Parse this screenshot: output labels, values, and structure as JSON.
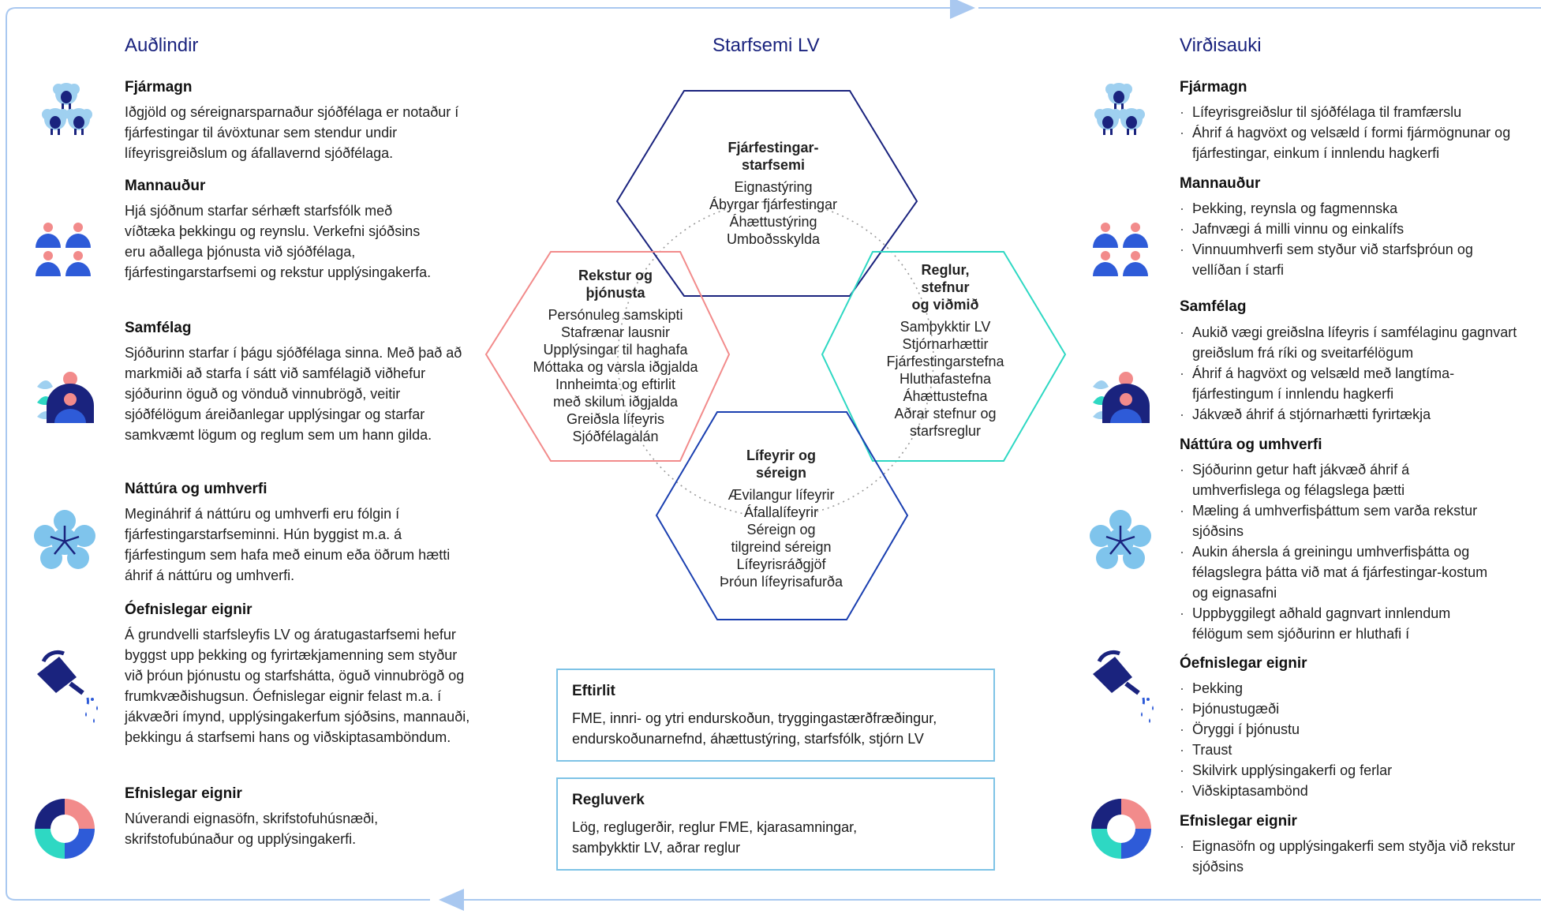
{
  "columns": {
    "left": "Auðlindir",
    "center": "Starfsemi LV",
    "right": "Virðisauki"
  },
  "left_sections": [
    {
      "icon": "sheep-icon",
      "title": "Fjármagn",
      "text": "Iðgjöld og séreignarsparnaður sjóðfélaga er notaður í fjárfestingar til ávöxtunar sem stendur undir lífeyrisgreiðslum og áfallavernd sjóðfélaga."
    },
    {
      "icon": "people-icon",
      "title": "Mannauður",
      "text": "Hjá sjóðnum starfar sérhæft starfsfólk með víðtæka þekkingu og reynslu. Verkefni sjóðsins eru aðallega þjónusta við sjóðfélaga, fjárfestingarstarfsemi og rekstur upplýsingakerfa."
    },
    {
      "icon": "community-icon",
      "title": "Samfélag",
      "text": "Sjóðurinn starfar í þágu sjóðfélaga sinna. Með það að markmiði að starfa í sátt við samfélagið viðhefur sjóðurinn öguð og vönduð vinnubrögð, veitir sjóðfélögum áreiðanlegar upplýsingar og starfar samkvæmt lögum og reglum sem um hann gilda."
    },
    {
      "icon": "flower-icon",
      "title": "Náttúra og umhverfi",
      "text": "Megináhrif á náttúru og umhverfi eru fólgin í fjárfestingarstarfseminni. Hún byggist m.a. á fjárfestingum sem hafa með einum eða öðrum hætti áhrif á náttúru og umhverfi."
    },
    {
      "icon": "watering-can-icon",
      "title": "Óefnislegar eignir",
      "text": "Á grundvelli starfsleyfis LV og áratugastarfsemi hefur byggst upp þekking og fyrirtækjamenning sem styður við þróun þjónustu og starfshátta, öguð vinnubrögð og frumkvæðishugsun. Óefnislegar eignir felast m.a. í jákvæðri ímynd, upplýsingakerfum sjóðsins, mannauði, þekkingu á starfsemi hans og viðskiptasamböndum."
    },
    {
      "icon": "donut-icon",
      "title": "Efnislegar eignir",
      "text": "Núverandi eignasöfn, skrifstofuhúsnæði, skrifstofubúnaður og upplýsingakerfi."
    }
  ],
  "right_sections": [
    {
      "icon": "sheep-icon",
      "title": "Fjármagn",
      "items": [
        "Lífeyrisgreiðslur til sjóðfélaga til framfærslu",
        "Áhrif á hagvöxt og velsæld í formi fjármögnunar og fjárfestingar, einkum í innlendu hagkerfi"
      ]
    },
    {
      "icon": "people-icon",
      "title": "Mannauður",
      "items": [
        "Þekking, reynsla og fagmennska",
        "Jafnvægi á milli vinnu og einkalífs",
        "Vinnuumhverfi sem styður við starfsþróun og vellíðan í starfi"
      ]
    },
    {
      "icon": "community-icon",
      "title": "Samfélag",
      "items": [
        "Aukið vægi greiðslna lífeyris í samfélaginu gagnvart greiðslum frá ríki og sveitarfélögum",
        "Áhrif á hagvöxt og velsæld með langtíma-fjárfestingum í innlendu hagkerfi",
        "Jákvæð áhrif á stjórnarhætti fyrirtækja"
      ]
    },
    {
      "icon": "flower-icon",
      "title": "Náttúra og umhverfi",
      "items": [
        "Sjóðurinn getur haft jákvæð áhrif á umhverfislega og félagslega þætti",
        "Mæling á umhverfisþáttum sem varða rekstur sjóðsins",
        "Aukin áhersla á greiningu umhverfisþátta og félagslegra þátta við mat á fjárfestingar-kostum og eignasafni",
        "Uppbyggilegt aðhald gagnvart innlendum félögum sem sjóðurinn er hluthafi í"
      ]
    },
    {
      "icon": "watering-can-icon",
      "title": "Óefnislegar eignir",
      "items": [
        "Þekking",
        "Þjónustugæði",
        "Öryggi í þjónustu",
        "Traust",
        "Skilvirk upplýsingakerfi og ferlar",
        "Viðskiptasambönd"
      ]
    },
    {
      "icon": "donut-icon",
      "title": "Efnislegar eignir",
      "items": [
        "Eignasöfn og upplýsingakerfi sem styðja við rekstur sjóðsins"
      ]
    }
  ],
  "hexagons": [
    {
      "key": "top",
      "title": "Fjárfestingar-\nstarfsemi",
      "items": [
        "Eignastýring",
        "Ábyrgar fjárfestingar",
        "Áhættustýring",
        "Umboðsskylda"
      ],
      "color": "#1a237e"
    },
    {
      "key": "left",
      "title": "Rekstur og\nþjónusta",
      "items": [
        "Persónuleg samskipti",
        "Stafrænar lausnir",
        "Upplýsingar til haghafa",
        "Móttaka og varsla iðgjalda",
        "Innheimta og eftirlit",
        "með skilum iðgjalda",
        "Greiðsla lífeyris",
        "Sjóðfélagalán"
      ],
      "color": "#f28b8b"
    },
    {
      "key": "right",
      "title": "Reglur,\nstefnur\nog viðmið",
      "items": [
        "Samþykktir LV",
        "Stjórnarhættir",
        "Fjárfestingarstefna",
        "Hluthafastefna",
        "Áhættustefna",
        "Aðrar stefnur og",
        "starfsreglur"
      ],
      "color": "#2ed8c3"
    },
    {
      "key": "bottom",
      "title": "Lífeyrir og\nséreign",
      "items": [
        "Ævilangur lífeyrir",
        "Áfallalífeyrir",
        "Séreign og",
        "tilgreind séreign",
        "Lífeyrisráðgjöf",
        "Þróun lífeyrisafurða"
      ],
      "color": "#1a3fb0"
    }
  ],
  "boxes": [
    {
      "title": "Eftirlit",
      "text": "FME, innri- og ytri endurskoðun, tryggingastærðfræðingur, endurskoðunarnefnd, áhættustýring, starfsfólk, stjórn LV"
    },
    {
      "title": "Regluverk",
      "text": "Lög, reglugerðir, reglur FME, kjarasamningar, samþykktir LV, aðrar reglur"
    }
  ],
  "colors": {
    "frame": "#a9c8f0",
    "arrow": "#a9c8f0",
    "navy": "#1a237e",
    "blue": "#2e5bd8",
    "pink": "#f28b8b",
    "teal": "#2ed8c3",
    "light_blue": "#7fc4ec",
    "box_border": "#7ec3e6"
  }
}
